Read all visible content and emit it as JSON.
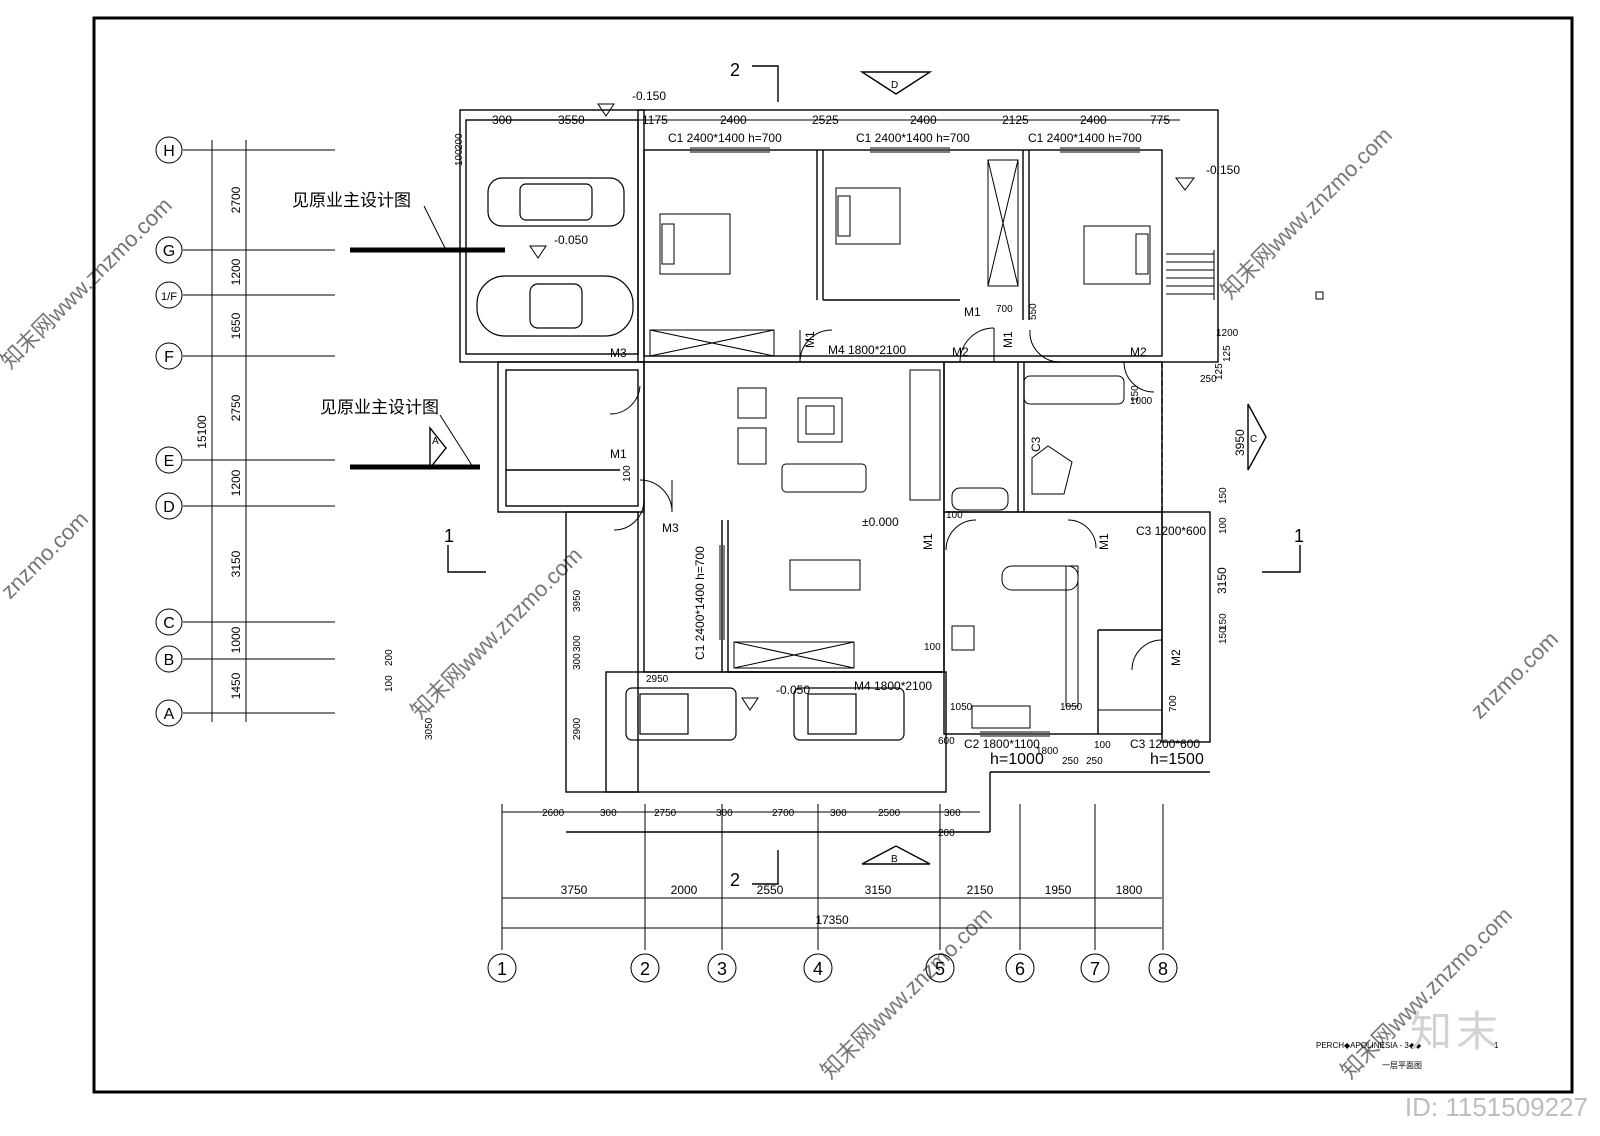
{
  "notes": {
    "see_owner_1": "见原业主设计图",
    "see_owner_2": "见原业主设计图"
  },
  "axes_y": [
    "H",
    "G",
    "1/F",
    "F",
    "E",
    "D",
    "C",
    "B",
    "A"
  ],
  "axes_x": [
    "1",
    "2",
    "3",
    "4",
    "5",
    "6",
    "7",
    "8"
  ],
  "dims_left": [
    "2700",
    "1200",
    "1650",
    "2750",
    "1200",
    "3150",
    "1000",
    "1450"
  ],
  "dim_left_total": "15100",
  "dims_bottom": [
    "3750",
    "2000",
    "2550",
    "3150",
    "2150",
    "1950",
    "1800"
  ],
  "dim_bottom_total": "17350",
  "dims_bottom_col": [
    "2600",
    "300",
    "2750",
    "300",
    "2700",
    "300",
    "2500",
    "300"
  ],
  "dims_top": [
    "300",
    "3550",
    "1175",
    "2400",
    "2525",
    "2400",
    "2125",
    "2400",
    "775"
  ],
  "dims_misc": [
    "200",
    "100",
    "700",
    "550",
    "1200",
    "125",
    "250",
    "125",
    "3950",
    "1000",
    "150",
    "150",
    "100",
    "150",
    "3150",
    "150",
    "100",
    "3950",
    "300",
    "2900",
    "3050",
    "100",
    "200",
    "300",
    "2950",
    "700",
    "1050",
    "1050",
    "100",
    "100",
    "600",
    "250",
    "250",
    "200",
    "100",
    "1800"
  ],
  "levels": {
    "l_top": "-0.150",
    "l_right": "-0.150",
    "l_garage": "-0.050",
    "l_floor": "±0.000",
    "l_carport": "-0.050"
  },
  "windows": {
    "w1": "C1 2400*1400 h=700",
    "w2": "C1 2400*1400 h=700",
    "w3": "C1 2400*1400 h=700",
    "w4": "C1 2400*1400 h=700",
    "w5": "C3 1200*600",
    "w6": "C2 1800*1100",
    "w6h": "h=1000",
    "w7": "C3 1200*600",
    "w7h": "h=1500",
    "c3": "C3"
  },
  "doors": {
    "m4a": "M4 1800*2100",
    "m4b": "M4 1800*2100",
    "m1": "M1",
    "m2": "M2",
    "m3": "M3"
  },
  "section_marks": {
    "s1": "1",
    "s2": "2",
    "sa": "A",
    "sb": "B",
    "sc": "C",
    "sd": "D"
  },
  "title_block": {
    "line1": "PERCH◆APOLINESIA - 3◆◆",
    "line2": "一层平面图",
    "sheet": "1"
  },
  "watermark": {
    "brand": "znzmo.com",
    "site": "知末网www.znzmo.com",
    "logo": "知末",
    "id": "ID: 1151509227"
  }
}
